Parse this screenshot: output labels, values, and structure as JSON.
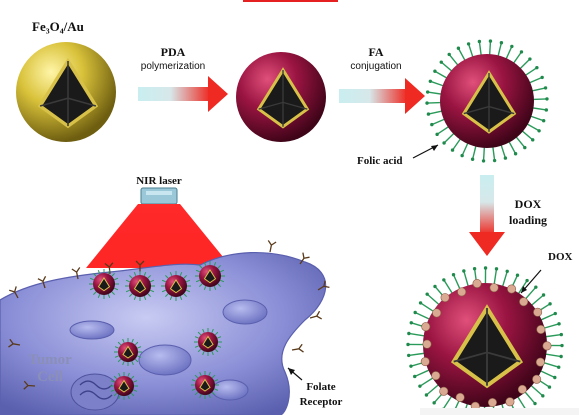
{
  "labels": {
    "core": "Fe₃O₄/Au",
    "pda": "PDA",
    "pda_sub": "polymerization",
    "fa": "FA",
    "fa_sub": "conjugation",
    "folic_acid": "Folic acid",
    "dox_step": "DOX",
    "dox_step_sub": "loading",
    "dox": "DOX",
    "nir_laser": "NIR laser",
    "tumor_line1": "Tumor",
    "tumor_line2": "Cell",
    "folate_line1": "Folate",
    "folate_line2": "Receptor"
  },
  "colors": {
    "gold": "#c9b230",
    "maroon": "#8a1038",
    "cyan_arrow": "#c9eef0",
    "red_arrow": "#e8221d",
    "laser": "#ff1a1a",
    "ligand": "#2a9a5a",
    "dox": "#d6a38a",
    "cell": "#7f84c8"
  }
}
